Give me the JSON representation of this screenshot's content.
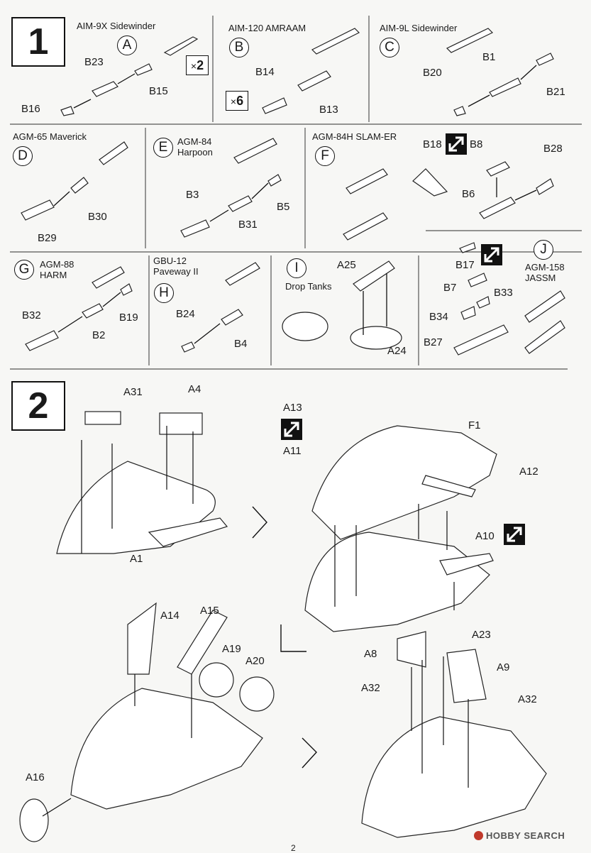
{
  "page_number": "2",
  "watermark": "HOBBY SEARCH",
  "step1": {
    "number": "1",
    "sections": [
      {
        "letter": "A",
        "title": "AIM-9X Sidewinder",
        "multiplier": "2"
      },
      {
        "letter": "B",
        "title": "AIM-120 AMRAAM",
        "multiplier": "6"
      },
      {
        "letter": "C",
        "title": "AIM-9L Sidewinder"
      },
      {
        "letter": "D",
        "title": "AGM-65 Maverick"
      },
      {
        "letter": "E",
        "title": "AGM-84\nHarpoon"
      },
      {
        "letter": "F",
        "title": "AGM-84H SLAM-ER"
      },
      {
        "letter": "G",
        "title": "AGM-88\nHARM"
      },
      {
        "letter": "H",
        "title": "GBU-12\nPaveway II"
      },
      {
        "letter": "I",
        "title": "Drop Tanks"
      },
      {
        "letter": "J",
        "title": "AGM-158\nJASSM"
      }
    ],
    "parts": [
      "B23",
      "B15",
      "B16",
      "B14",
      "B13",
      "B20",
      "B1",
      "B21",
      "B30",
      "B29",
      "B3",
      "B31",
      "B5",
      "B18",
      "B8",
      "B28",
      "B6",
      "B32",
      "B2",
      "B19",
      "B24",
      "B4",
      "A25",
      "A24",
      "B17",
      "B7",
      "B33",
      "B34",
      "B27"
    ]
  },
  "step2": {
    "number": "2",
    "parts": [
      "A31",
      "A4",
      "A1",
      "A13",
      "A11",
      "F1",
      "A12",
      "A10",
      "A14",
      "A15",
      "A19",
      "A20",
      "A16",
      "A8",
      "A23",
      "A9",
      "A32",
      "A32"
    ]
  },
  "symbols": {
    "multiply": "×",
    "cement_icon": "cement-icon"
  }
}
